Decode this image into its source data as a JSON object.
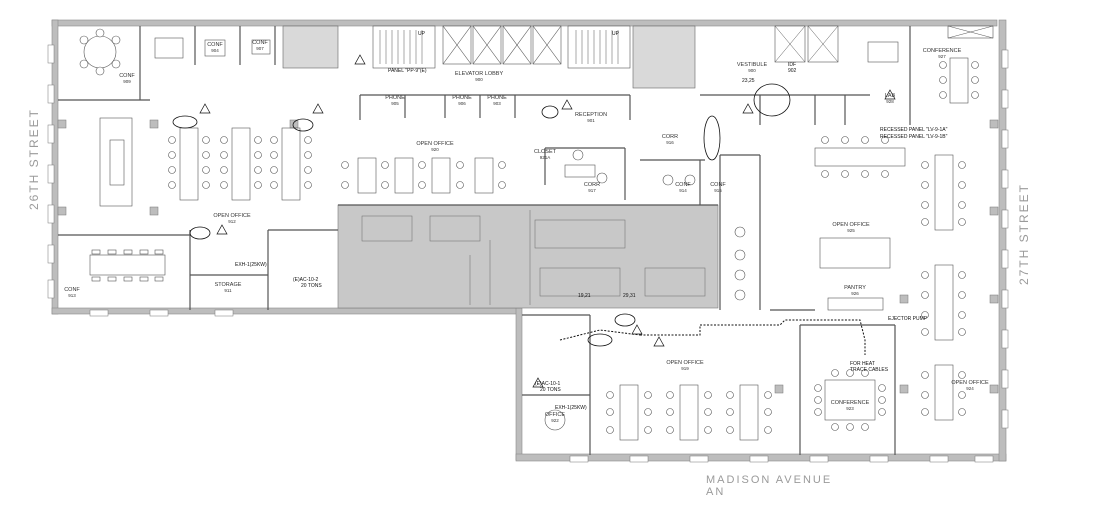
{
  "streets": {
    "west": "26TH STREET",
    "east": "27TH STREET",
    "south": "MADISON AVENUE",
    "south_sub": "AN"
  },
  "rooms": [
    {
      "id": "conf_nw",
      "label": "CONF",
      "num": "909"
    },
    {
      "id": "conf_904",
      "label": "CONF",
      "num": "904"
    },
    {
      "id": "conf_907",
      "label": "CONF",
      "num": "907"
    },
    {
      "id": "elevator_lobby",
      "label": "ELEVATOR LOBBY",
      "num": "900"
    },
    {
      "id": "phone_a",
      "label": "PHONE",
      "num": "905"
    },
    {
      "id": "phone_b",
      "label": "PHONE",
      "num": "906"
    },
    {
      "id": "phone_c",
      "label": "PHONE",
      "num": "903"
    },
    {
      "id": "reception",
      "label": "RECEPTION",
      "num": "901"
    },
    {
      "id": "vestibule",
      "label": "VESTIBULE",
      "num": "900"
    },
    {
      "id": "conference_ne",
      "label": "CONFERENCE",
      "num": "927"
    },
    {
      "id": "lab",
      "label": "LAB",
      "num": "928"
    },
    {
      "id": "open_office_912",
      "label": "OPEN OFFICE",
      "num": "912"
    },
    {
      "id": "open_office_920",
      "label": "OPEN OFFICE",
      "num": "920"
    },
    {
      "id": "closet",
      "label": "CLOSET",
      "num": "921A"
    },
    {
      "id": "corr",
      "label": "CORR",
      "num": "917"
    },
    {
      "id": "corr_b",
      "label": "CORR",
      "num": "916"
    },
    {
      "id": "conf_c",
      "label": "CONF",
      "num": "914"
    },
    {
      "id": "conf_d",
      "label": "CONF",
      "num": "915"
    },
    {
      "id": "open_office_e",
      "label": "OPEN OFFICE",
      "num": "925"
    },
    {
      "id": "conf_sw",
      "label": "CONF",
      "num": "913"
    },
    {
      "id": "storage",
      "label": "STORAGE",
      "num": "911"
    },
    {
      "id": "pantry",
      "label": "PANTRY",
      "num": "926"
    },
    {
      "id": "open_office_s",
      "label": "OPEN OFFICE",
      "num": "919"
    },
    {
      "id": "office_s",
      "label": "OFFICE",
      "num": "922"
    },
    {
      "id": "conference_s",
      "label": "CONFERENCE",
      "num": "923"
    },
    {
      "id": "open_office_se",
      "label": "OPEN OFFICE",
      "num": "924"
    }
  ],
  "notes": {
    "panel_pp": "PANEL \"PP-9\"(E)",
    "recessed_1a": "RECESSED PANEL \"LV-9-1A\"",
    "recessed_1b": "RECESSED PANEL \"LV-9-1B\"",
    "ejector_pump": "EJECTOR PUMP",
    "heat_trace": "FOR HEAT",
    "heat_trace2": "TRACE CABLES",
    "unit_a_tag": "(E)AC-10-2",
    "unit_a_tons": "20 TONS",
    "unit_b_tag": "(E)AC-10-1",
    "unit_b_tons": "20 TONS",
    "eh1": "EXH-1(25KW)",
    "eh2": "EXH-1(25KW)",
    "ckt_a": "19,21",
    "ckt_b": "29,31",
    "ckt_c": "23,25",
    "idf": "IDF",
    "idf_num": "902",
    "up1": "UP",
    "up2": "UP"
  }
}
